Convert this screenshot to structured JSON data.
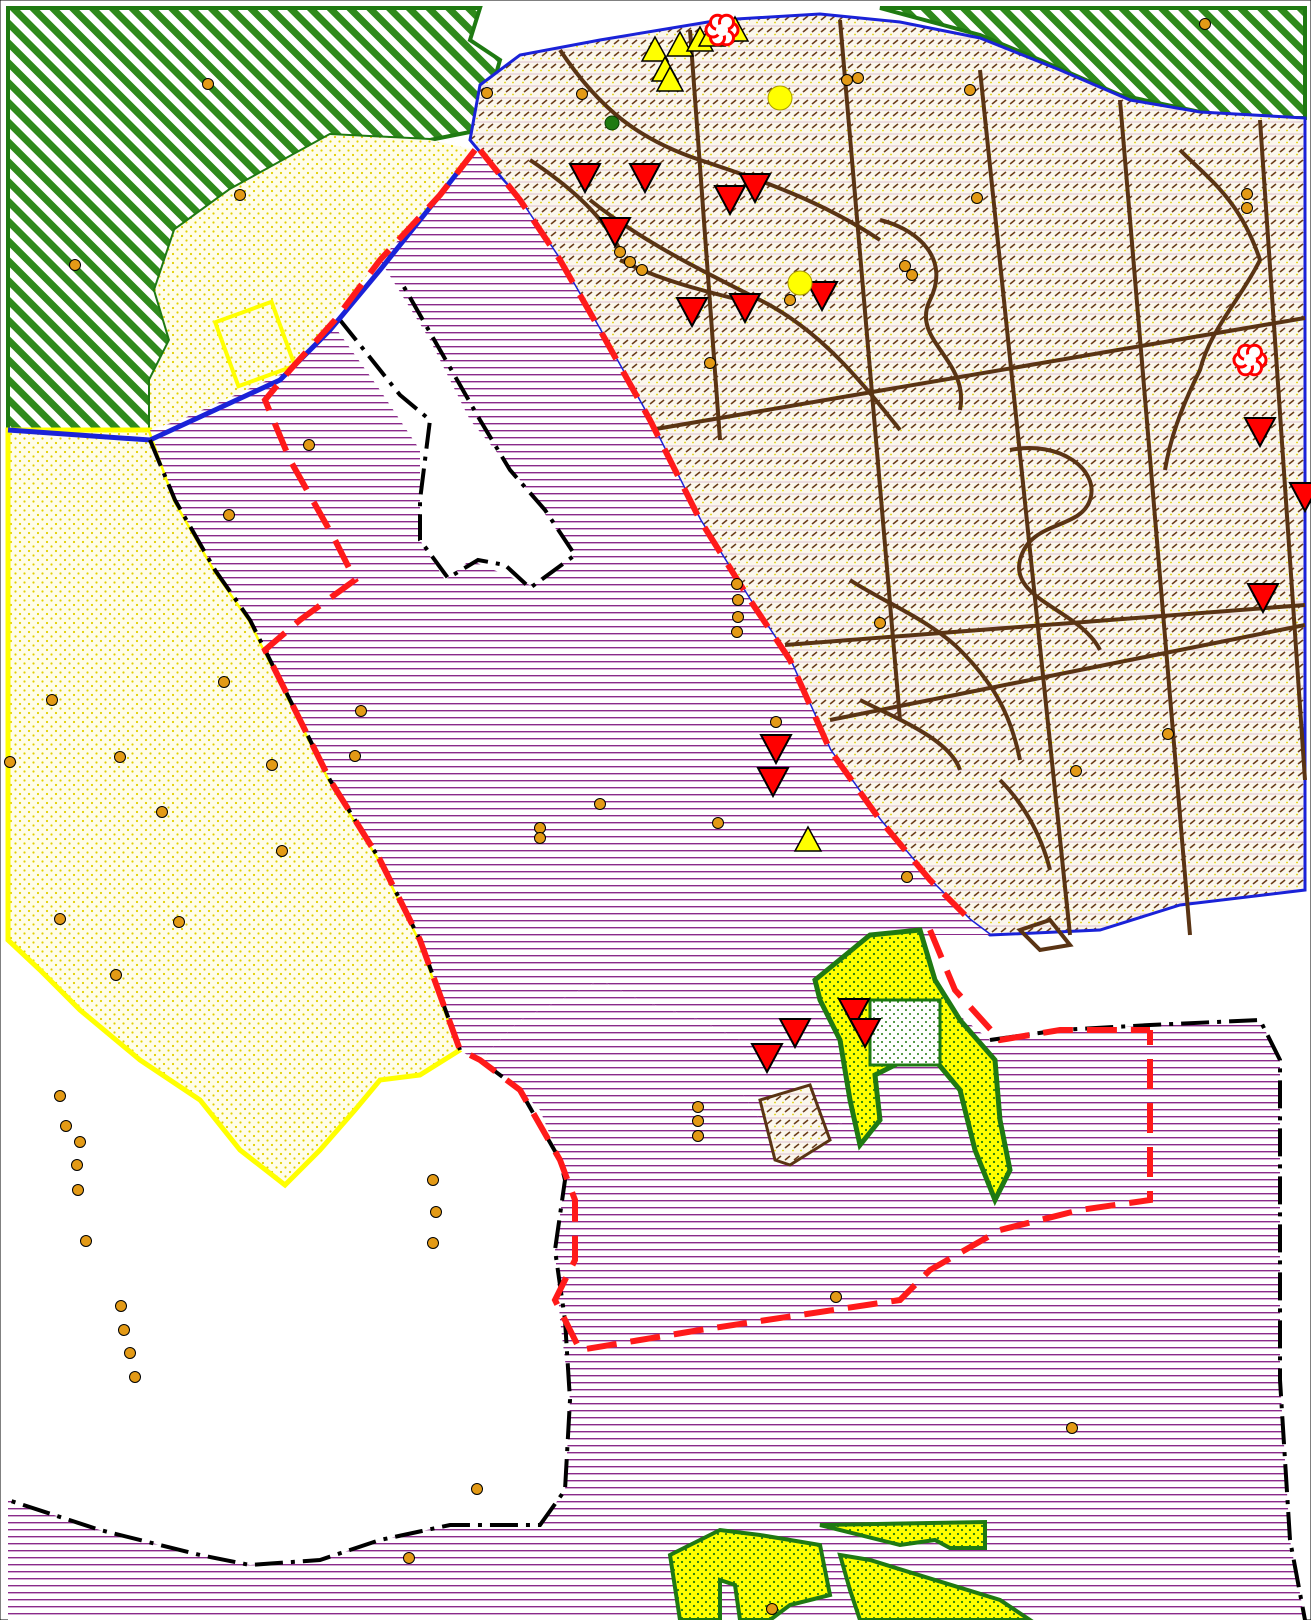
{
  "map": {
    "colors": {
      "background": "#ffffff",
      "forest_green": "#1f7a12",
      "forest_hatch": "#2f8a1c",
      "residential_purple": "#8a2a8a",
      "yellow": "#ffff00",
      "yellow_zone": "#fffde0",
      "yellow_dot": "#e6d200",
      "brown_road": "#5a3414",
      "red_boundary": "#ff1a1a",
      "black_boundary": "#000000",
      "blue_line": "#1a22d8",
      "orange_point": "#e39a16",
      "red_marker": "#ff0000",
      "yellow_marker": "#ffff00",
      "green_marker": "#1f7a12"
    },
    "zones": [
      {
        "name": "forest-zone",
        "fill": "forest-hatch"
      },
      {
        "name": "yellow-dotted-zone",
        "fill": "yellow-dots"
      },
      {
        "name": "residential-zone",
        "fill": "purple-lines"
      },
      {
        "name": "brown-mixed-zone",
        "fill": "brown-dashes"
      },
      {
        "name": "green-yellow-patch",
        "fill": "yellow-dark-dots"
      }
    ],
    "marker_types": {
      "orange_point": "small-orange-circle",
      "red_triangle": "downward-red-triangle",
      "yellow_triangle": "upward-yellow-triangle",
      "yellow_circle": "large-yellow-circle",
      "green_circle": "small-green-circle",
      "red_flower": "red-flower-icon"
    }
  }
}
